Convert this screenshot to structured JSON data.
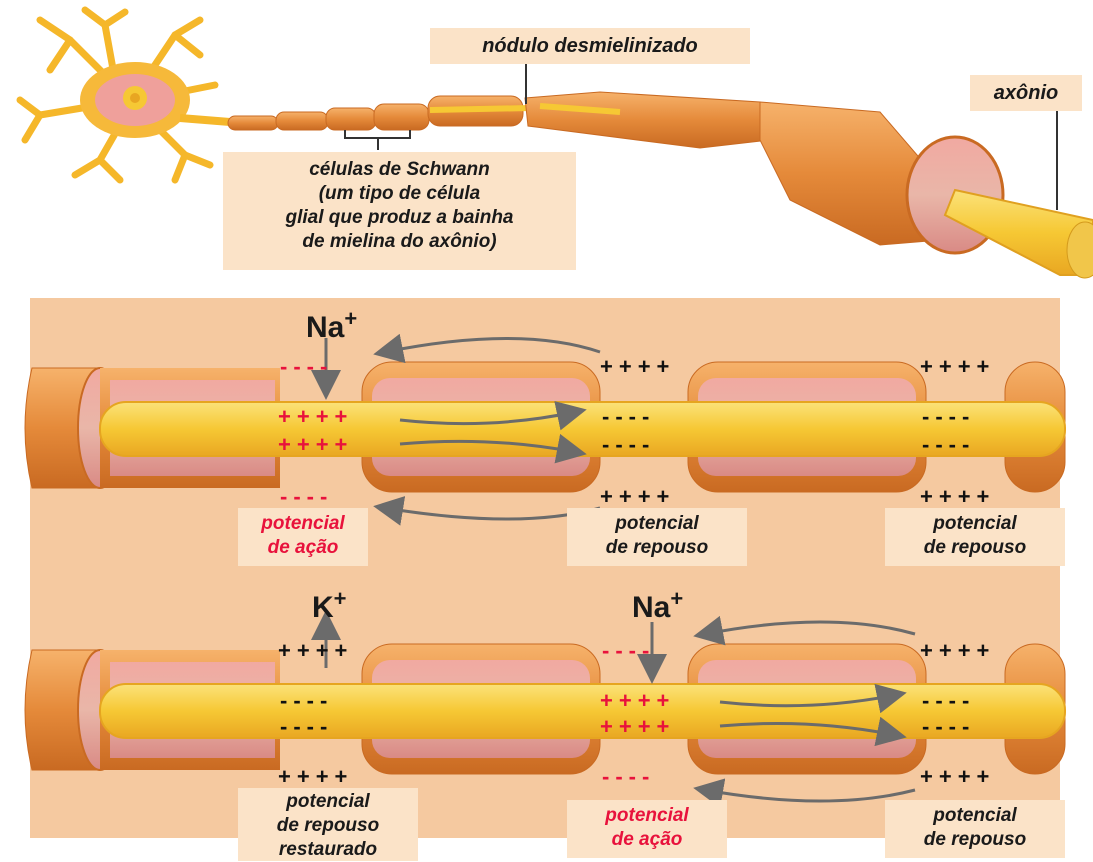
{
  "labels": {
    "node": "nódulo desmielinizado",
    "axon": "axônio",
    "schwann": [
      "células de Schwann",
      "(um tipo de célula",
      "glial que produz a bainha",
      "de mielina do axônio)"
    ],
    "potencial_acao": [
      "potencial",
      "de ação"
    ],
    "potencial_repouso": [
      "potencial",
      "de repouso"
    ],
    "potencial_restaurado": [
      "potencial",
      "de repouso",
      "restaurado"
    ]
  },
  "ions": {
    "na": "Na",
    "k": "K",
    "plus": "+"
  },
  "charges": {
    "pos": "++++",
    "neg": "----"
  },
  "colors": {
    "panel": "#f5c9a0",
    "sheath": "#e88a3c",
    "axon": "#f7c93a",
    "red": "#e8123c"
  }
}
